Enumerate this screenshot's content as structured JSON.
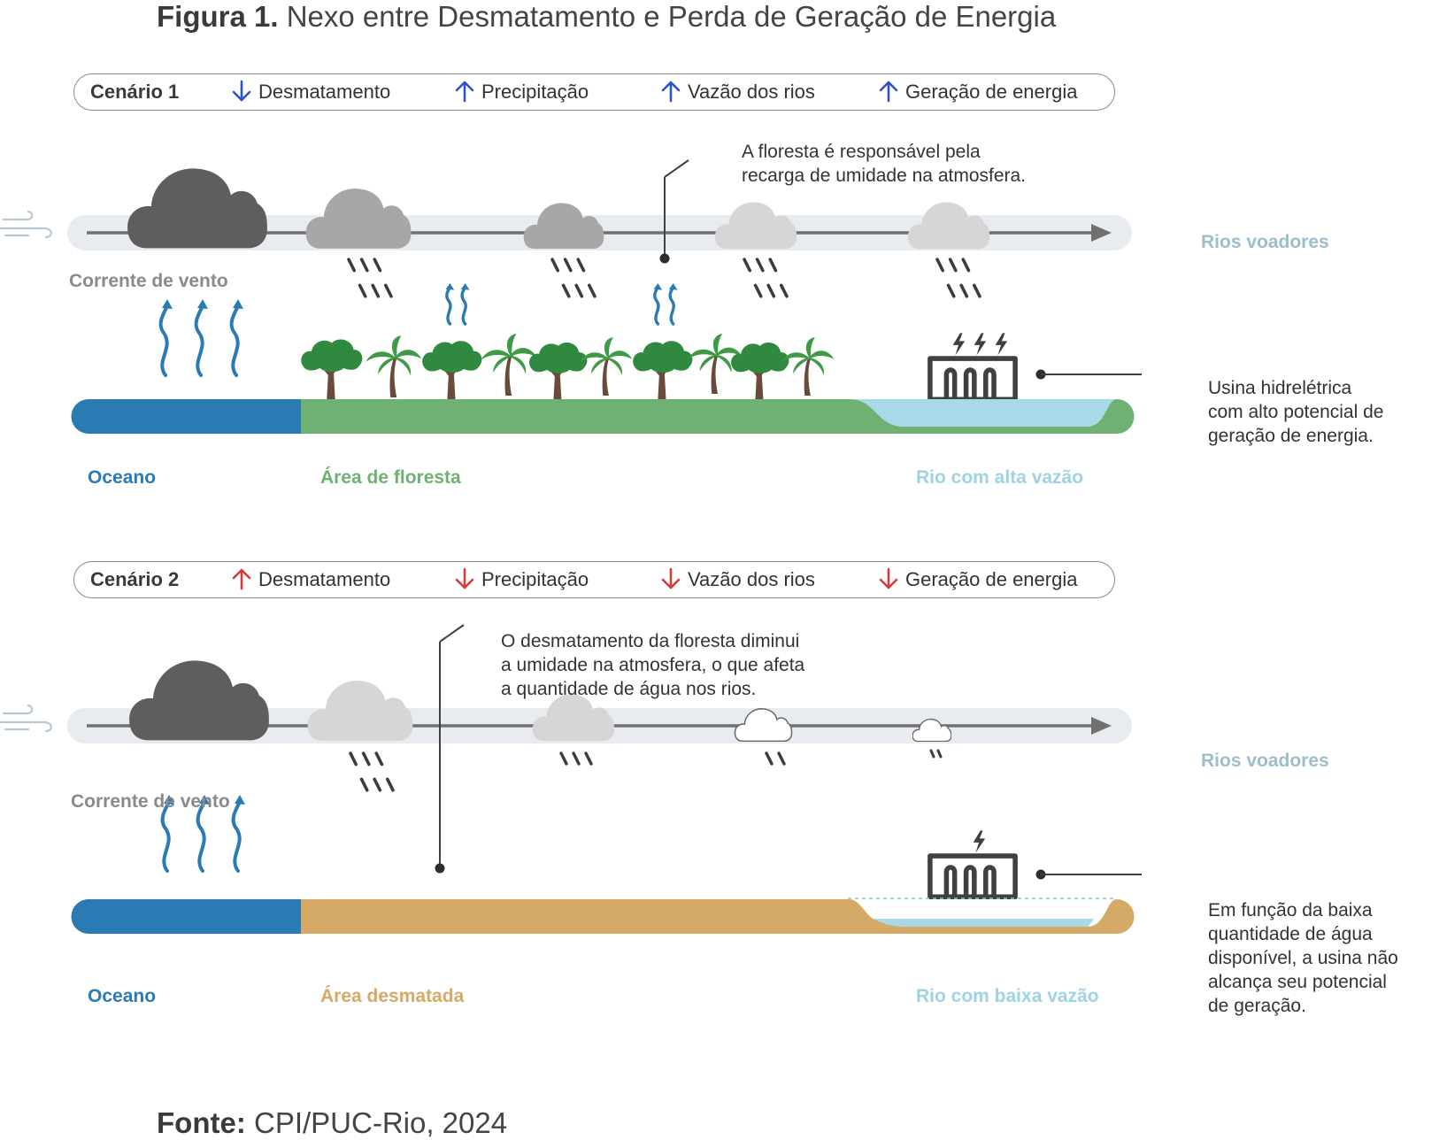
{
  "figure": {
    "title_bold": "Figura 1.",
    "title_rest": " Nexo entre Desmatamento e Perda de Geração de Energia",
    "source_bold": "Fonte:",
    "source_rest": " CPI/PUC-Rio, 2024"
  },
  "colors": {
    "ocean": "#2a7ab4",
    "forest": "#6fb173",
    "deforested": "#d4aa66",
    "river": "#a9d8e8",
    "cloud_dark": "#5e5e5e",
    "cloud_mid": "#a7a7a7",
    "cloud_light": "#d6d6d6",
    "arrow_up_blue": "#2b55c4",
    "arrow_down_red": "#d63a3a",
    "vapor": "#2a7ab4",
    "flying_rivers_label": "#9cbdcc",
    "wind_label": "#8a8a8a"
  },
  "scenario1": {
    "legend": {
      "lead": "Cenário 1",
      "items": [
        {
          "direction": "down",
          "color": "blue",
          "label": "Desmatamento"
        },
        {
          "direction": "up",
          "color": "blue",
          "label": "Precipitação"
        },
        {
          "direction": "up",
          "color": "blue",
          "label": "Vazão dos rios"
        },
        {
          "direction": "up",
          "color": "blue",
          "label": "Geração de energia"
        }
      ]
    },
    "note_top": [
      "A floresta é responsável pela",
      "recarga de umidade na atmosfera."
    ],
    "wind_label": "Corrente de vento",
    "flying_rivers_label": "Rios voadores",
    "ocean_label": "Oceano",
    "land_label": "Área de floresta",
    "river_label": "Rio com alta vazão",
    "plant_note": [
      "Usina hidrelétrica",
      "com alto potencial de",
      "geração de energia."
    ]
  },
  "scenario2": {
    "legend": {
      "lead": "Cenário 2",
      "items": [
        {
          "direction": "up",
          "color": "red",
          "label": "Desmatamento"
        },
        {
          "direction": "down",
          "color": "red",
          "label": "Precipitação"
        },
        {
          "direction": "down",
          "color": "red",
          "label": "Vazão dos rios"
        },
        {
          "direction": "down",
          "color": "red",
          "label": "Geração de energia"
        }
      ]
    },
    "note_top": [
      "O desmatamento da floresta diminui",
      "a umidade na atmosfera, o que afeta",
      "a quantidade de água nos rios."
    ],
    "wind_label": "Corrente de vento",
    "flying_rivers_label": "Rios voadores",
    "ocean_label": "Oceano",
    "land_label": "Área desmatada",
    "river_label": "Rio com baixa vazão",
    "plant_note": [
      "Em função da baixa",
      "quantidade de água",
      "disponível, a usina não",
      "alcança seu potencial",
      "de geração."
    ]
  }
}
